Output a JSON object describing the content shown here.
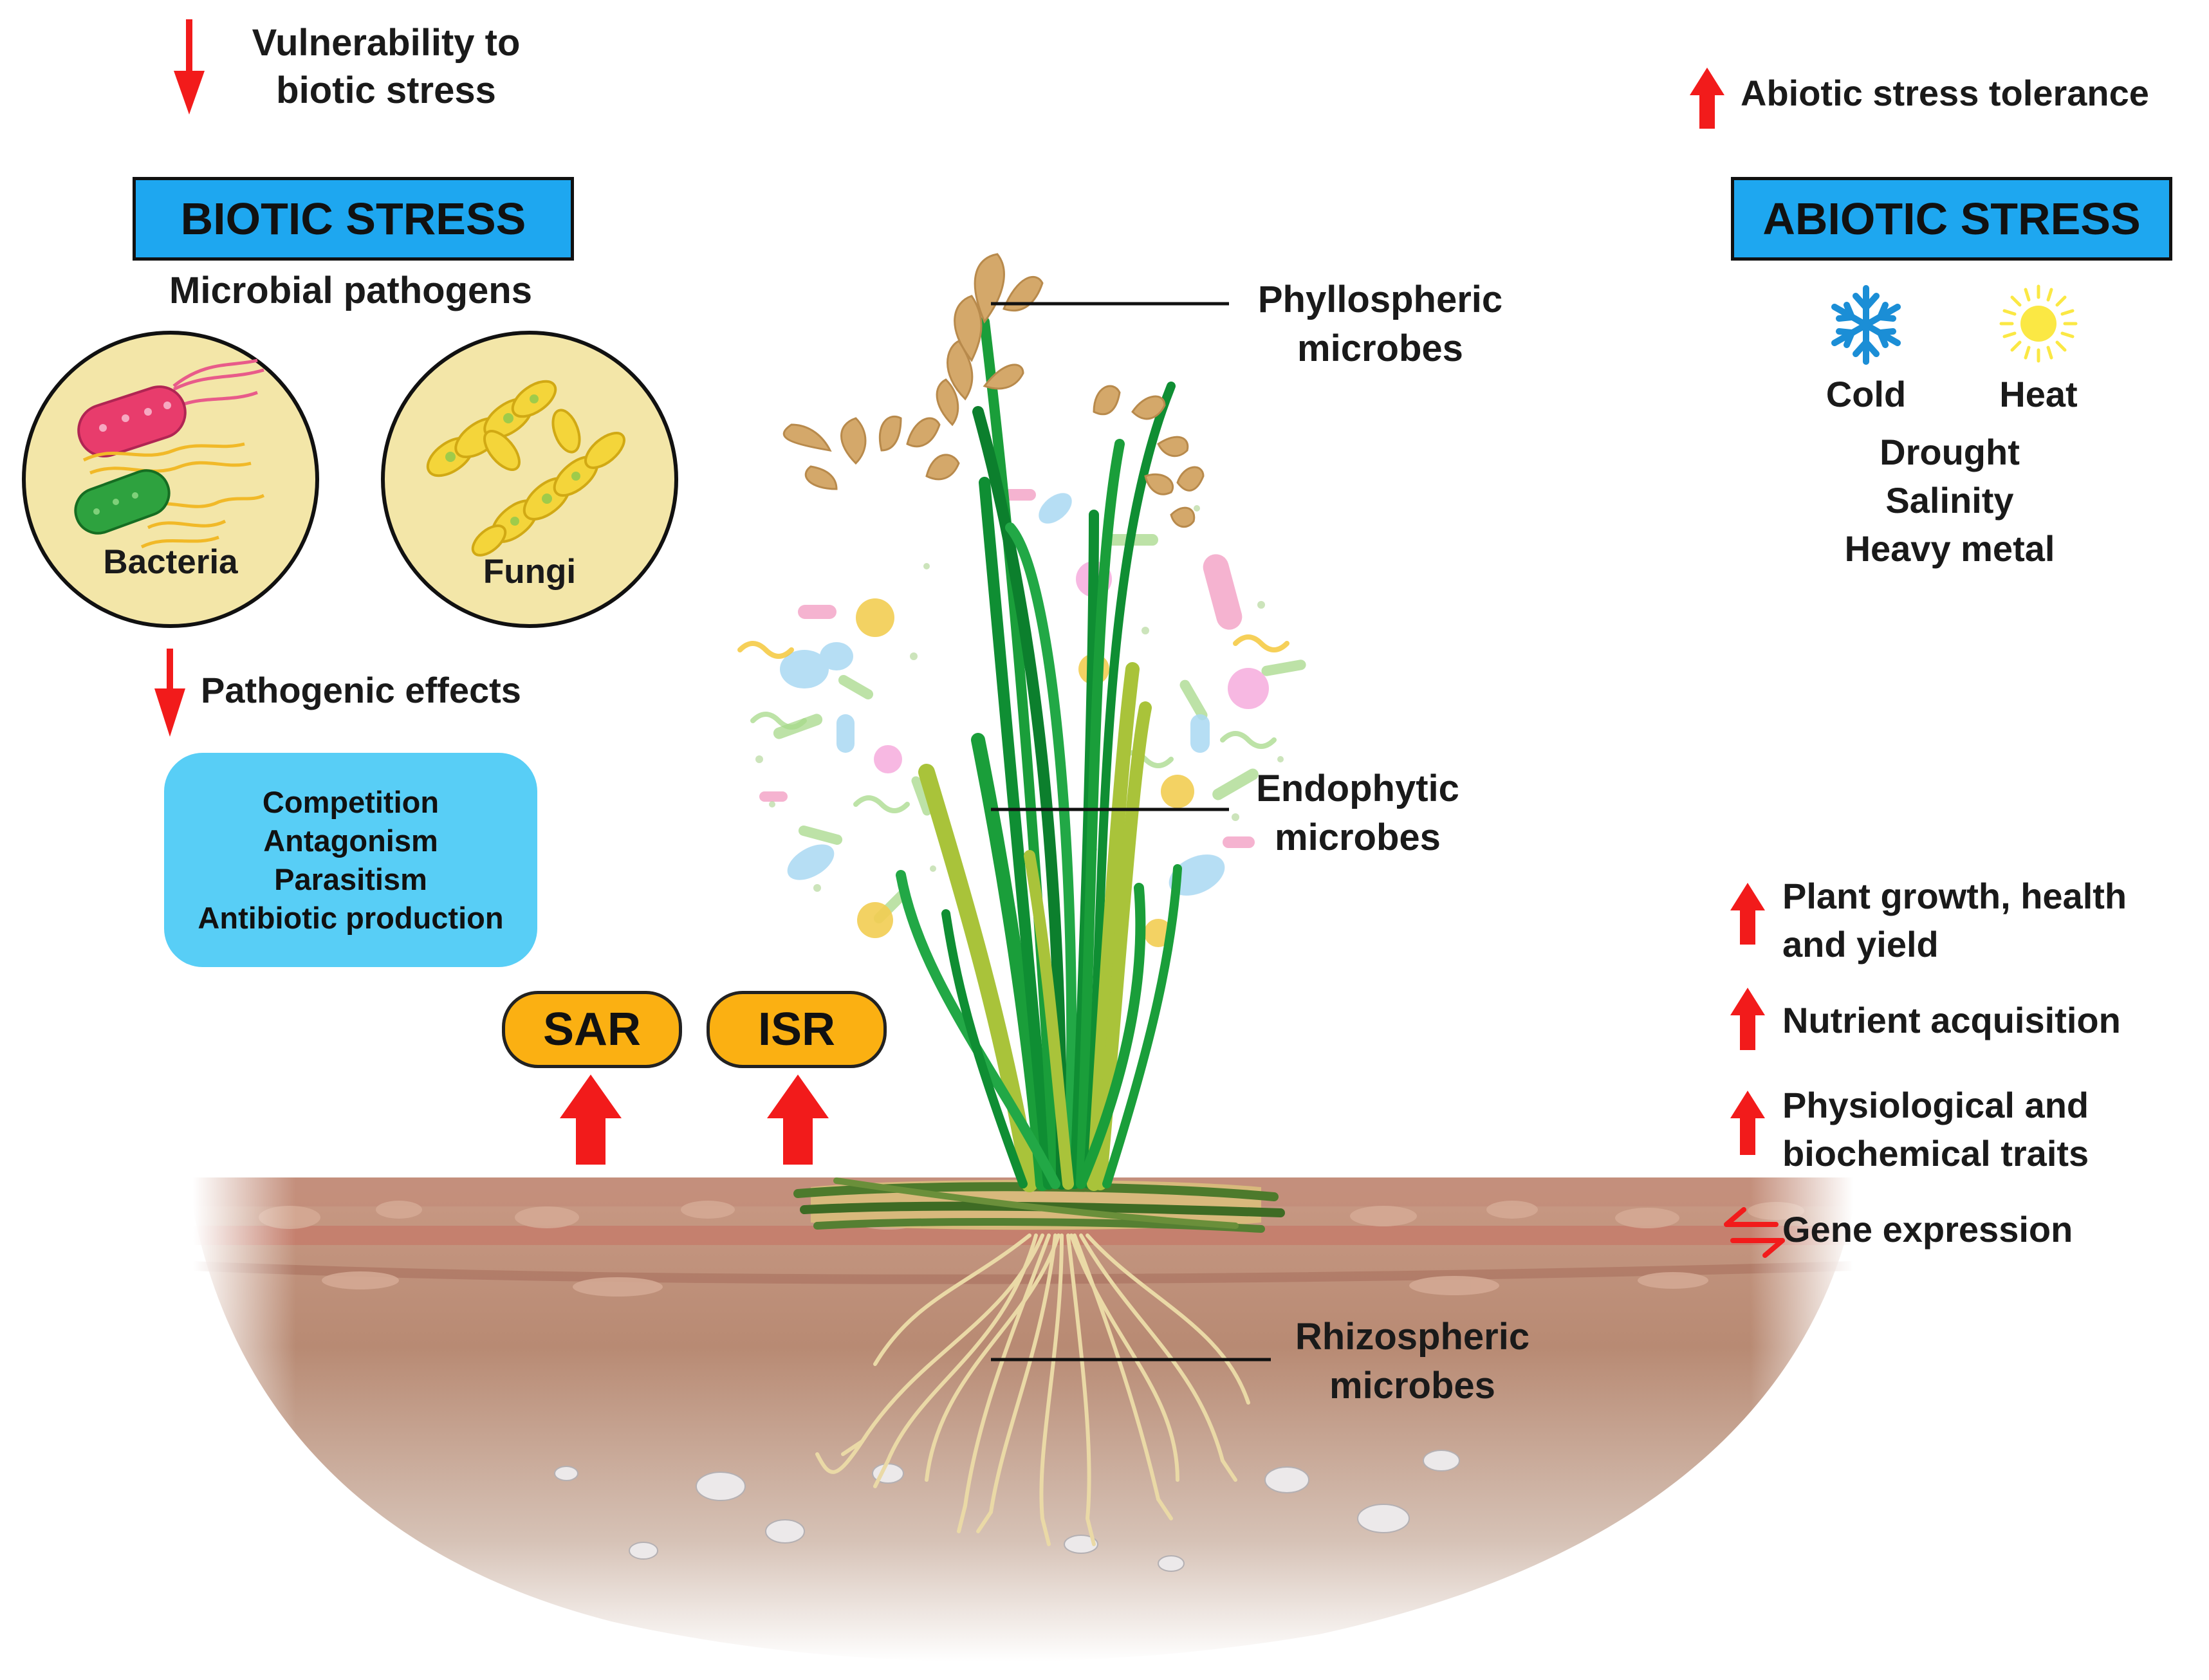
{
  "biotic": {
    "vulnerability_line1": "Vulnerability to",
    "vulnerability_line2": "biotic stress",
    "title": "BIOTIC STRESS",
    "subtitle": "Microbial pathogens",
    "bacteria_label": "Bacteria",
    "fungi_label": "Fungi",
    "pathogenic_effects": "Pathogenic effects",
    "effects": [
      "Competition",
      "Antagonism",
      "Parasitism",
      "Antibiotic production"
    ]
  },
  "abiotic": {
    "tolerance": "Abiotic stress tolerance",
    "title": "ABIOTIC STRESS",
    "cold": "Cold",
    "heat": "Heat",
    "stresses": [
      "Drought",
      "Salinity",
      "Heavy metal"
    ]
  },
  "resistance": {
    "sar": "SAR",
    "isr": "ISR"
  },
  "plant_labels": {
    "phyllospheric_line1": "Phyllospheric",
    "phyllospheric_line2": "microbes",
    "endophytic_line1": "Endophytic",
    "endophytic_line2": "microbes",
    "rhizospheric_line1": "Rhizospheric",
    "rhizospheric_line2": "microbes"
  },
  "benefits": {
    "growth_line1": "Plant growth, health",
    "growth_line2": "and yield",
    "nutrient": "Nutrient acquisition",
    "physio_line1": "Physiological and",
    "physio_line2": "biochemical traits",
    "gene": "Gene expression"
  },
  "colors": {
    "arrow_red": "#f21b1b",
    "title_box_blue": "#1ea7f0",
    "effects_box_blue": "#58cef6",
    "pill_orange": "#fbb012",
    "circle_fill": "#f3e6a8",
    "leaf_green": "#1a9e3a",
    "grain_tan": "#d4a86a",
    "soil_brown": "#b98a74"
  },
  "icons": [
    "arrow-down-icon",
    "arrow-up-icon",
    "snowflake-icon",
    "sun-icon",
    "bidirectional-arrow-icon",
    "bacteria-icon",
    "fungi-icon",
    "rice-plant-icon"
  ]
}
